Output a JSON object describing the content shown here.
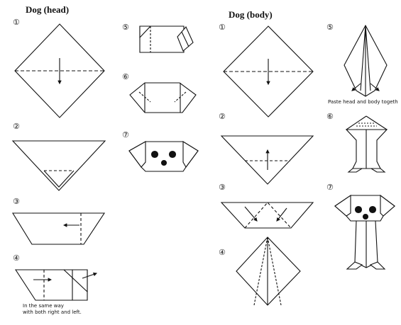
{
  "sections": [
    {
      "title": "Dog (head)",
      "steps": [
        "①",
        "②",
        "③",
        "④",
        "⑤",
        "⑥",
        "⑦"
      ],
      "note": [
        "In the same way",
        "with both right and left."
      ]
    },
    {
      "title": "Dog (body)",
      "steps": [
        "①",
        "②",
        "③",
        "④",
        "⑤",
        "⑥",
        "⑦"
      ],
      "note": [
        "Paste head and body togeth"
      ]
    }
  ],
  "colors": {
    "line": "#111111",
    "fill": "#ffffff"
  }
}
